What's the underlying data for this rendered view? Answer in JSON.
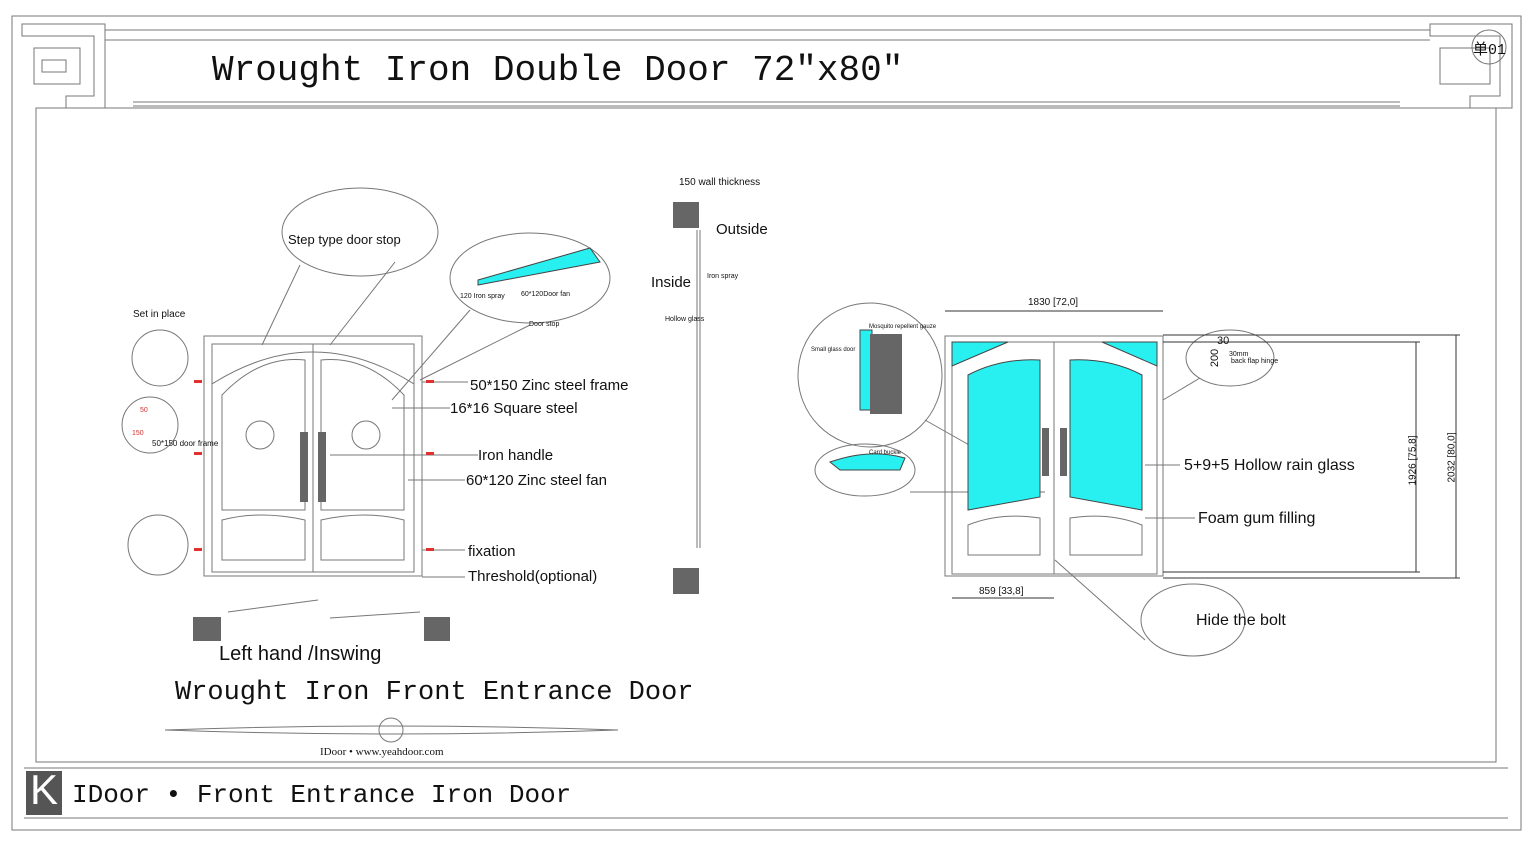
{
  "header": {
    "title": "Wrought Iron Double Door 72″x80″",
    "sheet": "单01"
  },
  "left": {
    "callouts": [
      "Step type door stop",
      "Set in place",
      "50*150 Zinc steel frame",
      "16*16 Square steel",
      "Iron handle",
      "60*120 Zinc steel fan",
      "fixation",
      "Threshold(optional)"
    ],
    "details": {
      "iron_spray": "120 Iron spray",
      "door_fan": "60*120Door fan",
      "door_stop": "Door stop",
      "door_frame": "50*150 door frame",
      "dim_50": "50",
      "dim_150": "150"
    },
    "swing": "Left hand /Inswing",
    "subtitle": "Wrought Iron Front Entrance Door",
    "website": "IDoor • www.yeahdoor.com"
  },
  "section": {
    "wall": "150 wall thickness",
    "outside": "Outside",
    "inside": "Inside",
    "iron_spray": "Iron spray",
    "hollow_glass": "Hollow glass"
  },
  "right": {
    "width_dim": "1830 [72,0]",
    "leaf_dim": "859 [33,8]",
    "height_inner": "1926 [75,8]",
    "height_outer": "2032 [80,0]",
    "hinge": {
      "w": "30",
      "h": "200",
      "label1": "30mm",
      "label2": "back flap hinge"
    },
    "details": {
      "mosquito": "Mosquito repellent gauze",
      "small_door": "Small glass door",
      "card": "Card buckle"
    },
    "callouts": [
      "5+9+5 Hollow rain glass",
      "Foam gum filling",
      "Hide the bolt"
    ]
  },
  "footer": {
    "logo": "K",
    "title": "IDoor • Front Entrance Iron Door"
  },
  "colors": {
    "glass": "#29f0f0",
    "accent": "#e03030",
    "line": "#555555"
  }
}
